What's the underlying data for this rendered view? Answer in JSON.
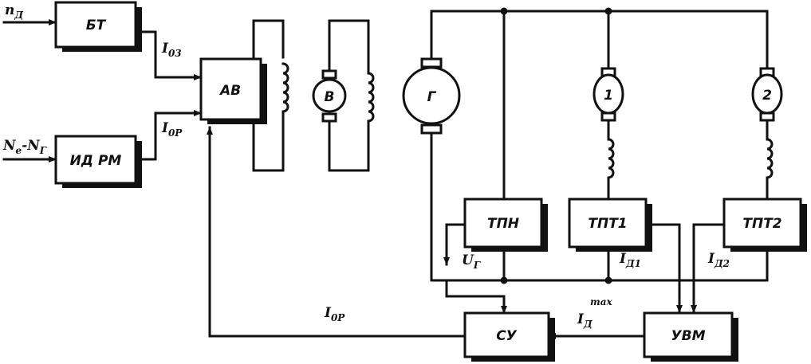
{
  "blocks": {
    "bt": "БТ",
    "idrm": "ИД РМ",
    "av": "АВ",
    "tpn": "ТПН",
    "tpt1": "ТПТ1",
    "tpt2": "ТПТ2",
    "su": "СУ",
    "uvm": "УВМ"
  },
  "machines": {
    "exciter": "В",
    "generator": "Г",
    "motor1": "1",
    "motor2": "2"
  },
  "inputs": {
    "speed": {
      "main": "n",
      "sub": "Д"
    },
    "power": {
      "main": "N",
      "sub": "e",
      "mid": "-N",
      "sub2": "Г"
    }
  },
  "signals": {
    "i03": {
      "main": "I",
      "sub": "03"
    },
    "i0p_top": {
      "main": "I",
      "sub": "0P"
    },
    "i0p_bottom": {
      "main": "I",
      "sub": "0P"
    },
    "ug": {
      "main": "U",
      "sub": "Г"
    },
    "id1": {
      "main": "I",
      "sub": "Д1"
    },
    "id2": {
      "main": "I",
      "sub": "Д2"
    },
    "idmax": {
      "main": "I",
      "sub": "Д",
      "sup": "max"
    }
  }
}
